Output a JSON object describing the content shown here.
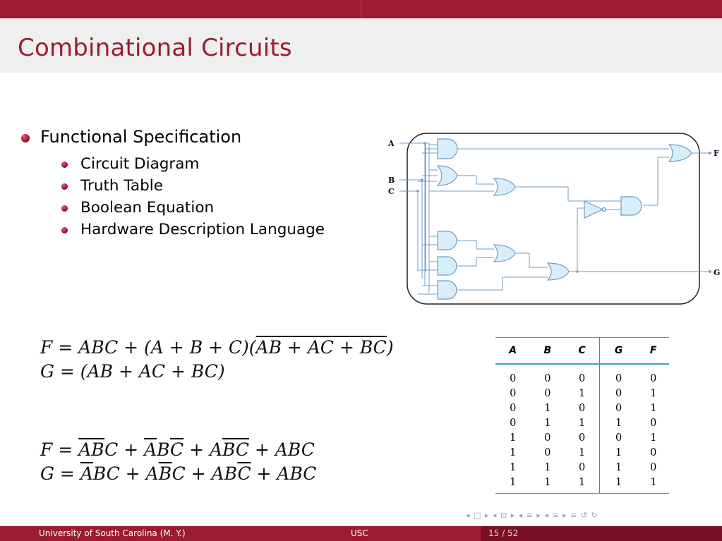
{
  "slide": {
    "title": "Combinational Circuits",
    "bullet_main": "Functional Specification",
    "sub_bullets": [
      "Circuit Diagram",
      "Truth Table",
      "Boolean Equation",
      "Hardware Description Language"
    ]
  },
  "circuit": {
    "inputs": [
      "A",
      "B",
      "C"
    ],
    "outputs": [
      "F",
      "G"
    ]
  },
  "equations": {
    "f_expr_pre": "F = ABC + (A + B + C)(",
    "f_expr_over": "AB + AC + BC",
    "f_expr_post": ")",
    "g_expr": "G = (AB + AC + BC)",
    "f_sop_pre": "F = ",
    "f_sop_t1": "A",
    "f_sop_t2": "B",
    "f_sop_t3": "C + ",
    "f_sop_t4": "A",
    "f_sop_t5": "B",
    "f_sop_t6": "C",
    "f_sop_t7": " + A",
    "f_sop_t8": "B",
    "f_sop_t9": "C",
    "f_sop_t10": " + ABC",
    "g_sop_pre": "G = ",
    "g_sop_t1": "A",
    "g_sop_t2": "BC + A",
    "g_sop_t3": "B",
    "g_sop_t4": "C + AB",
    "g_sop_t5": "C",
    "g_sop_t6": " + ABC"
  },
  "truth_table": {
    "headers": [
      "A",
      "B",
      "C",
      "G",
      "F"
    ],
    "rows": [
      [
        "0",
        "0",
        "0",
        "0",
        "0"
      ],
      [
        "0",
        "0",
        "1",
        "0",
        "1"
      ],
      [
        "0",
        "1",
        "0",
        "0",
        "1"
      ],
      [
        "0",
        "1",
        "1",
        "1",
        "0"
      ],
      [
        "1",
        "0",
        "0",
        "0",
        "1"
      ],
      [
        "1",
        "0",
        "1",
        "1",
        "0"
      ],
      [
        "1",
        "1",
        "0",
        "1",
        "0"
      ],
      [
        "1",
        "1",
        "1",
        "1",
        "1"
      ]
    ]
  },
  "nav_symbols": "◂ □ ▸ ◂ ⊡ ▸ ◂ ≡ ▸ ◂ ≡ ▸   ≡   ↺ ↻",
  "footer": {
    "left": "University of South Carolina  (M. Y.)",
    "center": "USC",
    "page": "15 / 52"
  },
  "colors": {
    "brand": "#9b1b33",
    "gate_fill": "#d8eefa",
    "wire": "#6f9cc9",
    "table_accent": "#3aa0d8"
  }
}
